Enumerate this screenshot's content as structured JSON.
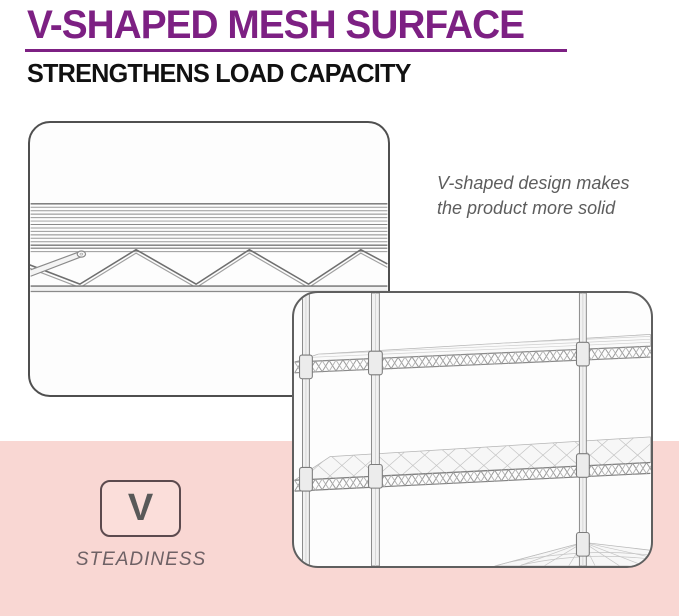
{
  "theme": {
    "accent_purple": "#7d2083",
    "subtitle_color": "#111111",
    "pink_band": "#f9d7d3",
    "panel_bg": "#fdfdfd",
    "panel_border": "#4f4f4f",
    "caption_color": "#5d5d5d",
    "badge_fill": "#fbdeda",
    "badge_border": "#5c4a4e",
    "badge_letter_color": "#595959",
    "badge_label_color": "#6e6165"
  },
  "header": {
    "title": "V-SHAPED MESH SURFACE",
    "subtitle": "STRENGTHENS LOAD CAPACITY"
  },
  "caption": {
    "line1": "V-shaped design makes",
    "line2": "the product more solid"
  },
  "badge": {
    "letter": "V",
    "label": "STEADINESS"
  },
  "illustrations": {
    "left_panel": "v-shaped-wire-mesh-closeup",
    "right_panel": "wire-shelving-unit"
  }
}
